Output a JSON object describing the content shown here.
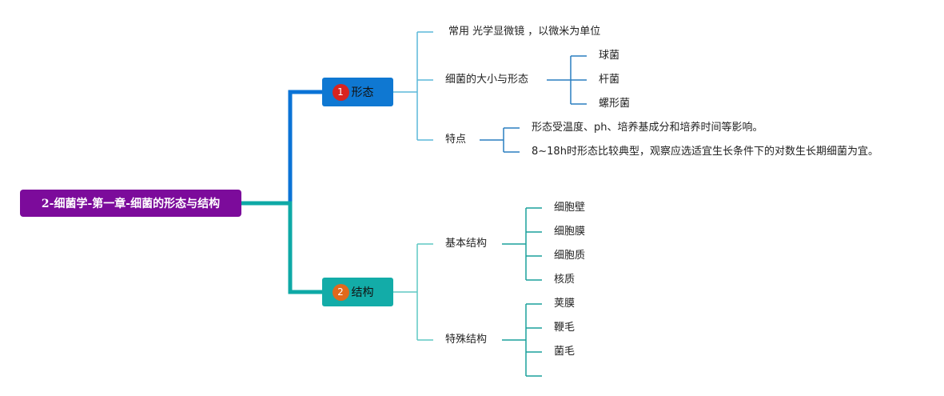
{
  "colors": {
    "root_bg": "#7c0b9b",
    "branch1_line": "#0a73d6",
    "branch1_bg": "#0f78d2",
    "branch1_badge": "#d9231f",
    "branch2_line": "#0ea9a6",
    "branch2_bg": "#13aca8",
    "branch2_badge": "#e0691c",
    "sub1_line": "#5bb8d9",
    "sub2_line": "#5ec9c4",
    "leaf1_line": "#2a7fc0",
    "leaf2_line": "#1aa19c"
  },
  "root": {
    "label": "2-细菌学-第一章-细菌的形态与结构"
  },
  "branches": [
    {
      "badge": "1",
      "label": "形态",
      "children": [
        {
          "label": "常用 光学显微镜 ，以微米为单位",
          "children": []
        },
        {
          "label": "细菌的大小与形态",
          "children": [
            "球菌",
            "杆菌",
            "螺形菌"
          ]
        },
        {
          "label": "特点",
          "children": [
            "形态受温度、ph、培养基成分和培养时间等影响。",
            "8~18h时形态比较典型，观察应选适宜生长条件下的对数生长期细菌为宜。"
          ]
        }
      ]
    },
    {
      "badge": "2",
      "label": "结构",
      "children": [
        {
          "label": "基本结构",
          "children": [
            "细胞壁",
            "细胞膜",
            "细胞质",
            "核质"
          ]
        },
        {
          "label": "特殊结构",
          "children": [
            "荚膜",
            "鞭毛",
            "菌毛",
            ""
          ]
        }
      ]
    }
  ]
}
